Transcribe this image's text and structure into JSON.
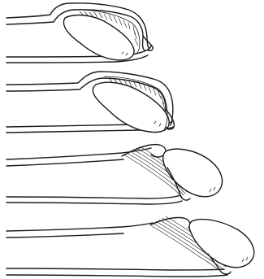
{
  "figure": {
    "description_free": true,
    "stages": [
      {
        "id": "stage-1"
      },
      {
        "id": "stage-2"
      },
      {
        "id": "stage-3"
      },
      {
        "id": "stage-4"
      }
    ]
  }
}
